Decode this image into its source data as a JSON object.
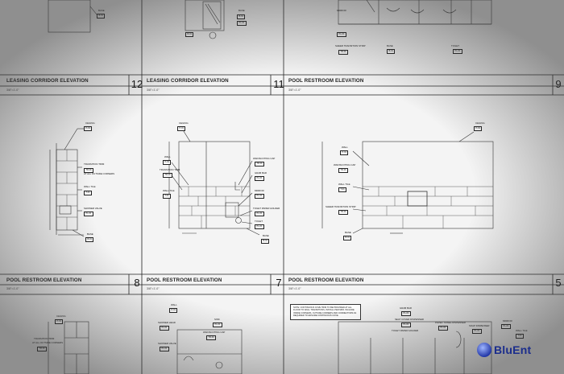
{
  "panels": {
    "row2": [
      {
        "title": "LEASING CORRIDOR ELEVATION",
        "scale": "3/8\"=1'-0\"",
        "number": "12"
      },
      {
        "title": "LEASING CORRIDOR ELEVATION",
        "scale": "3/8\"=1'-0\"",
        "number": "11"
      },
      {
        "title": "POOL RESTROOM ELEVATION",
        "scale": "3/8\"=1'-0\"",
        "number": "9"
      }
    ],
    "row3": [
      {
        "title": "POOL RESTROOM ELEVATION",
        "scale": "3/8\"=1'-0\"",
        "number": "8"
      },
      {
        "title": "POOL RESTROOM ELEVATION",
        "scale": "3/8\"=1'-0\"",
        "number": "7"
      },
      {
        "title": "POOL RESTROOM ELEVATION",
        "scale": "3/8\"=1'-0\"",
        "number": "5"
      }
    ]
  },
  "callouts": {
    "ceiling": "CEILING",
    "wall": "WALL",
    "wall_tile": "WALL TILE",
    "transition_trim": "TRANSITION TRIM",
    "at_all_outside_corners": "AT ALL OUTSIDE CORNERS",
    "shower_valve": "SHOWER VALVE",
    "wainscoting_cap": "WAINSCOTING CAP",
    "base": "BASE",
    "sink": "SINK",
    "mirror": "MIRROR",
    "grab_bar": "GRAB BAR",
    "toilet_paper_holder": "TOILET PAPER HOLDER",
    "toilet": "TOILET",
    "shower_head": "SHOWER HEAD",
    "soap_dispenser": "SOAP DISPENSER",
    "paper_towel_dispenser": "PAPER TOWEL DISPENSER",
    "seat_cover_dispenser": "SEAT COVER DISPENSER",
    "sheer_transition_strip": "SHEER TRANSITION STRIP"
  },
  "tags": {
    "paint": "P-01",
    "wall_tile": "T-01",
    "trim": "TR-01",
    "base": "B-01",
    "fixture": "PL-01"
  },
  "note": "NOTE: CONTINUOUS COVE TRIM TO BE PROVIDED AT ALL FLOOR TO WALL TRANSITIONS, INSTALL PER MFR. INCLUDE INSIDE CORNERS, OUTSIDE CORNERS AND CONNECTORS AS REQUIRED TO ENSURE CONTINUOUS COVE.",
  "watermark": "BluEnt",
  "colors": {
    "line": "#222222",
    "paper": "#f4f4f4",
    "brand": "#1b2d8c"
  }
}
